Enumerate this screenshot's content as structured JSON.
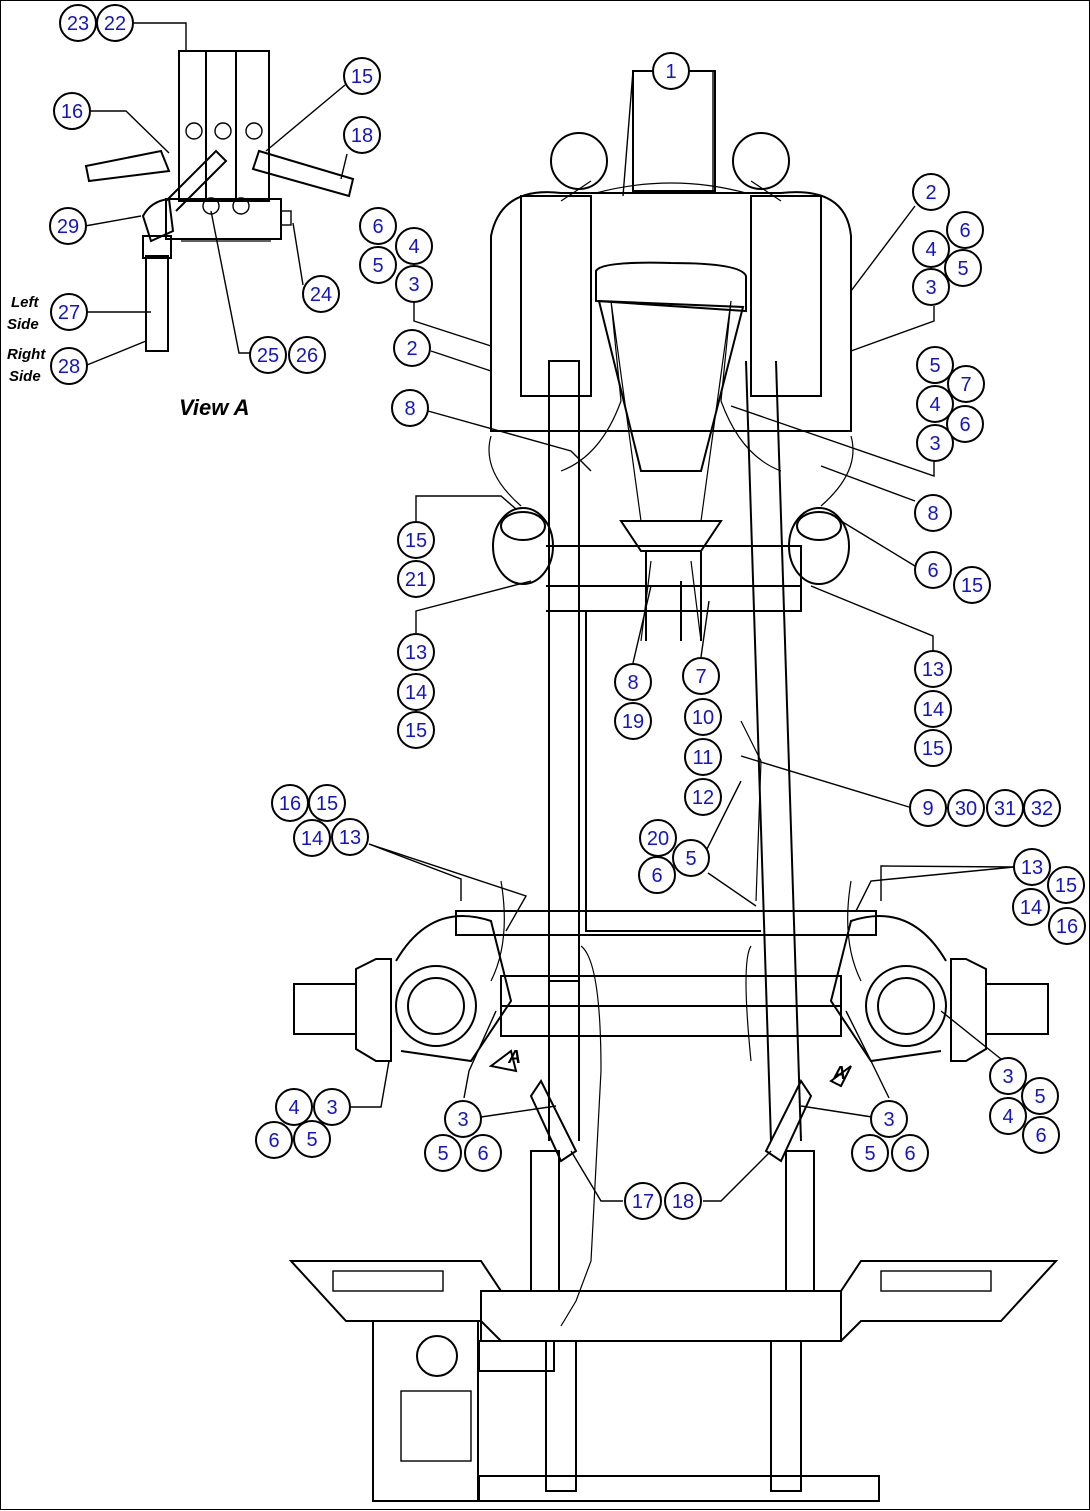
{
  "view_a": {
    "title": "View A",
    "left_side": "Left\nSide",
    "right_side": "Right\nSide"
  },
  "section_marker": "A",
  "colors": {
    "callout_text": "#1414c8",
    "line": "#000000",
    "background": "#ffffff"
  },
  "callouts": [
    {
      "id": "c23",
      "num": "23"
    },
    {
      "id": "c22",
      "num": "22"
    },
    {
      "id": "c16a",
      "num": "16"
    },
    {
      "id": "c15a",
      "num": "15"
    },
    {
      "id": "c18a",
      "num": "18"
    },
    {
      "id": "c29",
      "num": "29"
    },
    {
      "id": "c24",
      "num": "24"
    },
    {
      "id": "c27",
      "num": "27"
    },
    {
      "id": "c28",
      "num": "28"
    },
    {
      "id": "c25",
      "num": "25"
    },
    {
      "id": "c26",
      "num": "26"
    },
    {
      "id": "c1",
      "num": "1"
    },
    {
      "id": "c6a",
      "num": "6"
    },
    {
      "id": "c4a",
      "num": "4"
    },
    {
      "id": "c5a",
      "num": "5"
    },
    {
      "id": "c3a",
      "num": "3"
    },
    {
      "id": "c2a",
      "num": "2"
    },
    {
      "id": "c8a",
      "num": "8"
    },
    {
      "id": "c15b",
      "num": "15"
    },
    {
      "id": "c21",
      "num": "21"
    },
    {
      "id": "c13a",
      "num": "13"
    },
    {
      "id": "c14a",
      "num": "14"
    },
    {
      "id": "c15c",
      "num": "15"
    },
    {
      "id": "c2b",
      "num": "2"
    },
    {
      "id": "c6b",
      "num": "6"
    },
    {
      "id": "c4b",
      "num": "4"
    },
    {
      "id": "c5b",
      "num": "5"
    },
    {
      "id": "c3b",
      "num": "3"
    },
    {
      "id": "c5c",
      "num": "5"
    },
    {
      "id": "c7a",
      "num": "7"
    },
    {
      "id": "c4c",
      "num": "4"
    },
    {
      "id": "c6c",
      "num": "6"
    },
    {
      "id": "c3c",
      "num": "3"
    },
    {
      "id": "c8b",
      "num": "8"
    },
    {
      "id": "c6d",
      "num": "6"
    },
    {
      "id": "c15d",
      "num": "15"
    },
    {
      "id": "c13b",
      "num": "13"
    },
    {
      "id": "c14b",
      "num": "14"
    },
    {
      "id": "c15e",
      "num": "15"
    },
    {
      "id": "c8c",
      "num": "8"
    },
    {
      "id": "c19",
      "num": "19"
    },
    {
      "id": "c7b",
      "num": "7"
    },
    {
      "id": "c10",
      "num": "10"
    },
    {
      "id": "c11",
      "num": "11"
    },
    {
      "id": "c12",
      "num": "12"
    },
    {
      "id": "c9",
      "num": "9"
    },
    {
      "id": "c30",
      "num": "30"
    },
    {
      "id": "c31",
      "num": "31"
    },
    {
      "id": "c32",
      "num": "32"
    },
    {
      "id": "c16b",
      "num": "16"
    },
    {
      "id": "c15f",
      "num": "15"
    },
    {
      "id": "c14c",
      "num": "14"
    },
    {
      "id": "c13c",
      "num": "13"
    },
    {
      "id": "c20",
      "num": "20"
    },
    {
      "id": "c5d",
      "num": "5"
    },
    {
      "id": "c6e",
      "num": "6"
    },
    {
      "id": "c13d",
      "num": "13"
    },
    {
      "id": "c15g",
      "num": "15"
    },
    {
      "id": "c14d",
      "num": "14"
    },
    {
      "id": "c16c",
      "num": "16"
    },
    {
      "id": "c4d",
      "num": "4"
    },
    {
      "id": "c3d",
      "num": "3"
    },
    {
      "id": "c6f",
      "num": "6"
    },
    {
      "id": "c5e",
      "num": "5"
    },
    {
      "id": "c3e",
      "num": "3"
    },
    {
      "id": "c5f",
      "num": "5"
    },
    {
      "id": "c6g",
      "num": "6"
    },
    {
      "id": "c17",
      "num": "17"
    },
    {
      "id": "c18b",
      "num": "18"
    },
    {
      "id": "c3f",
      "num": "3"
    },
    {
      "id": "c5g",
      "num": "5"
    },
    {
      "id": "c6h",
      "num": "6"
    },
    {
      "id": "c3g",
      "num": "3"
    },
    {
      "id": "c5h",
      "num": "5"
    },
    {
      "id": "c4e",
      "num": "4"
    },
    {
      "id": "c6i",
      "num": "6"
    }
  ]
}
